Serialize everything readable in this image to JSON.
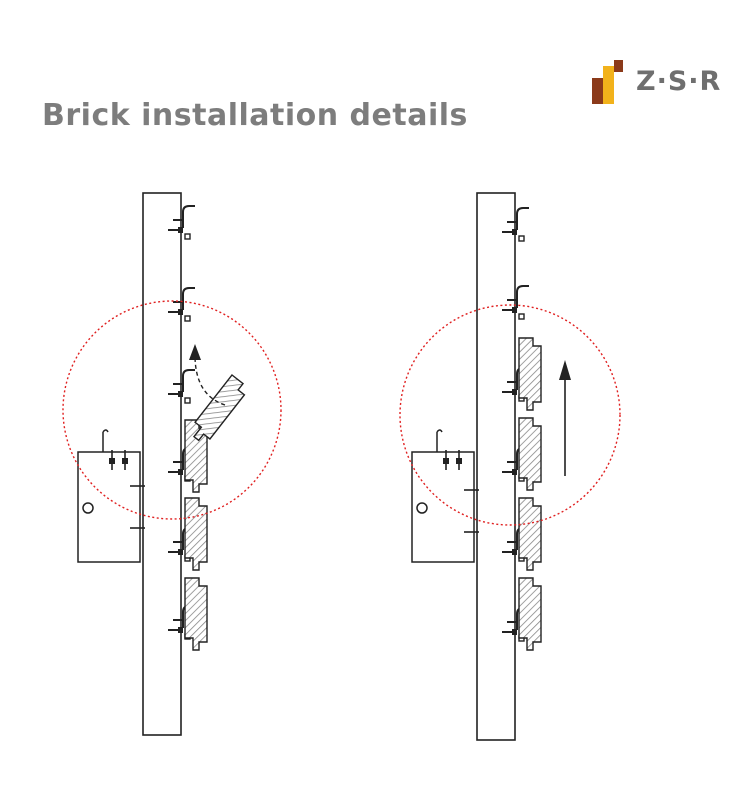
{
  "header": {
    "title": "Brick installation details",
    "logo_text": "Z·S·R",
    "logo_colors": {
      "brown": "#8b3a1a",
      "yellow": "#f2b21b"
    }
  },
  "diagram": {
    "panels": [
      {
        "name": "left-detail",
        "step": "tilt brick into clip",
        "circle_color": "#e02020"
      },
      {
        "name": "right-detail",
        "step": "slide brick upward",
        "circle_color": "#e02020"
      }
    ],
    "hatch_color": "#888888",
    "line_color": "#222222"
  }
}
